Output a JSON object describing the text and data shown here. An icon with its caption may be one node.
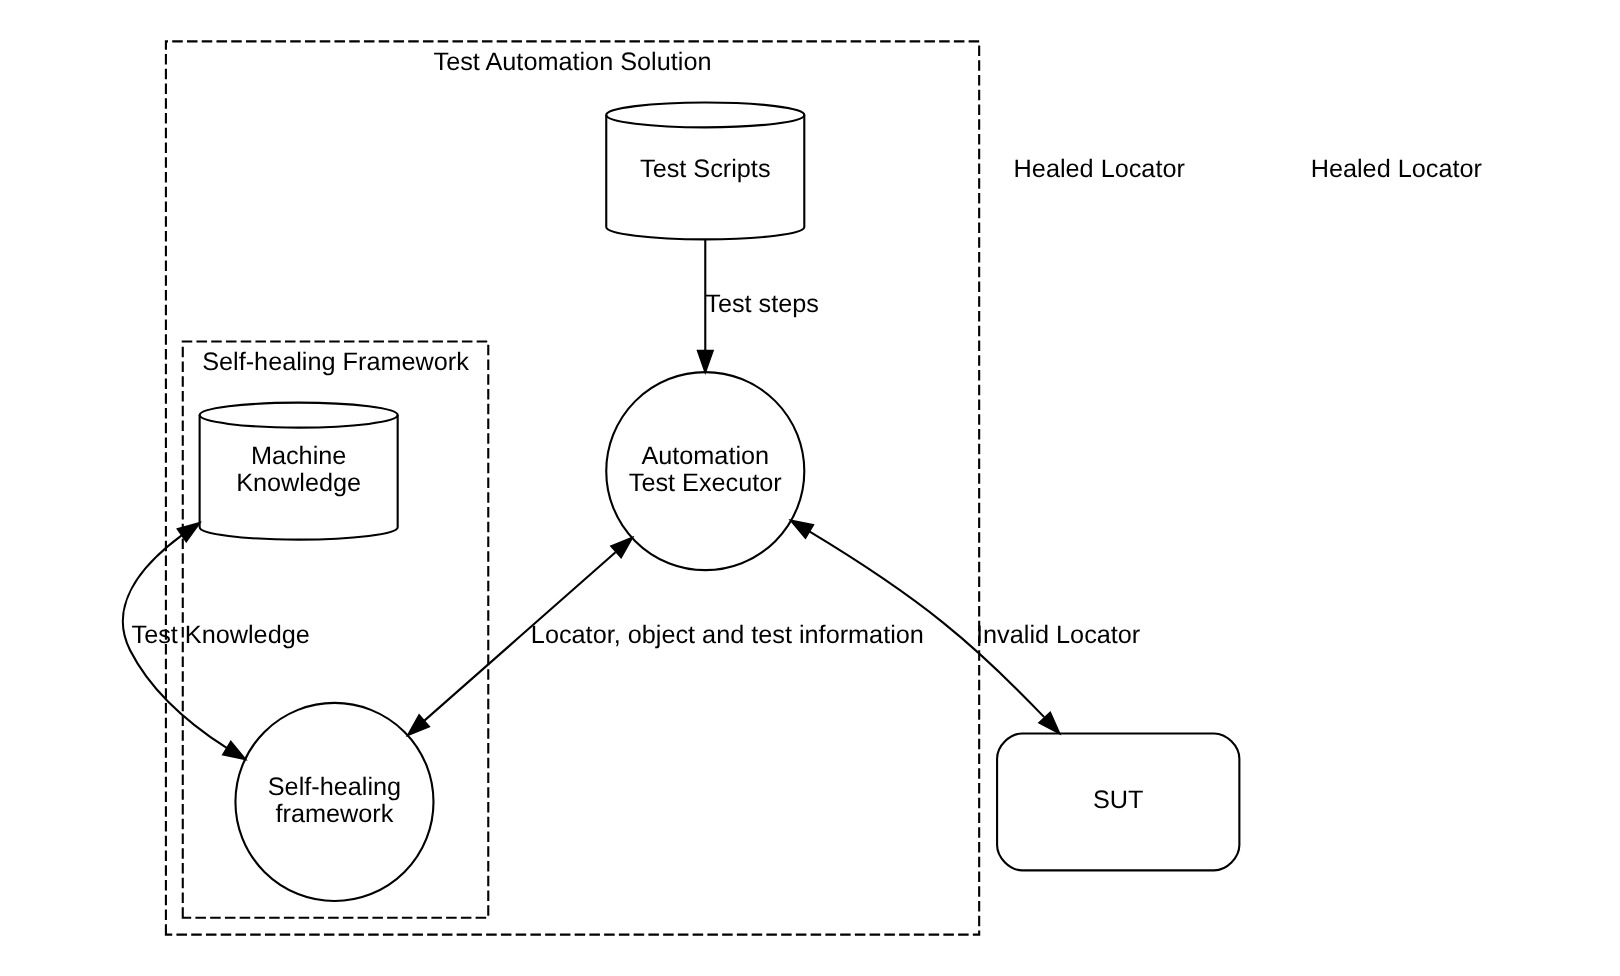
{
  "diagram": {
    "nodes": [
      {
        "text": [
          "Test Automation Solution"
        ]
      },
      {
        "text": [
          "Test Scripts"
        ],
        "in": 0
      },
      {
        "text": [
          "Automation Test Executor"
        ],
        "in": 0
      },
      {
        "text": [
          "SUT"
        ]
      },
      {
        "text": [
          "Self-healing Framework"
        ],
        "in": 0
      },
      {
        "text": [
          "Machine Knowledge"
        ],
        "in": 4
      },
      {
        "text": [
          "Self-healing framework"
        ],
        "in": 4
      }
    ],
    "edges": [
      {
        "from": 1,
        "to": 2,
        "arrow": "to",
        "label": "Test steps"
      },
      {
        "from": 2,
        "to": 3,
        "arrow": "both",
        "label": "Invalid Locator"
      },
      {
        "from": 2,
        "to": 6,
        "arrow": "both",
        "label": "Locator, object and test information"
      },
      {
        "from": 5,
        "to": 6,
        "arrow": "both",
        "label": "Test Knowledge"
      }
    ],
    "labels": [
      "Healed Locator",
      "Healed Locator"
    ]
  }
}
